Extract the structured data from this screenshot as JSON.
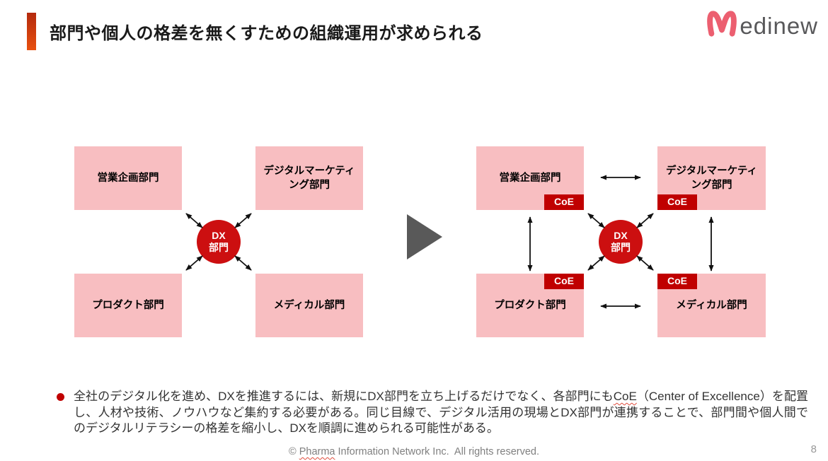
{
  "slide": {
    "title": "部門や個人の格差を無くすための組織運用が求められる",
    "page_number": "8"
  },
  "logo": {
    "wordmark": "edinew",
    "mark_name": "medinew-m-icon"
  },
  "before_diagram": {
    "box_sales": "営業企画部門",
    "box_digital": "デジタルマーケティング部門",
    "box_product": "プロダクト部門",
    "box_medical": "メディカル部門",
    "hub_line1": "DX",
    "hub_line2": "部門"
  },
  "after_diagram": {
    "box_sales": "営業企画部門",
    "box_digital": "デジタルマーケティング部門",
    "box_product": "プロダクト部門",
    "box_medical": "メディカル部門",
    "hub_line1": "DX",
    "hub_line2": "部門",
    "coe_label": "CoE"
  },
  "bullet": {
    "part1": "全社のデジタル化を進め、DXを推進するには、新規にDX部門を立ち上げるだけでなく、各部門にも",
    "coe": "CoE",
    "part2": "（Center of Excellence）を配置し、人材や技術、ノウハウなど集約する必要がある。同じ目線で、デジタル活用の現場とDX部門が連携することで、部門間や個人間でのデジタルリテラシーの格差を縮小し、DXを順調に進められる可能性がある。"
  },
  "footer": {
    "prefix": "© ",
    "highlight": "Pharma",
    "suffix": " Information Network Inc.  All rights reserved."
  },
  "colors": {
    "box_pink": "#f8bec1",
    "hub_red": "#cc0f10",
    "coe_red": "#c00000",
    "accent_bar_top": "#b42a0e",
    "accent_bar_bottom": "#e8500f",
    "logo_pink": "#ec5f70",
    "big_arrow_gray": "#595959",
    "bullet_red": "#c00000"
  }
}
